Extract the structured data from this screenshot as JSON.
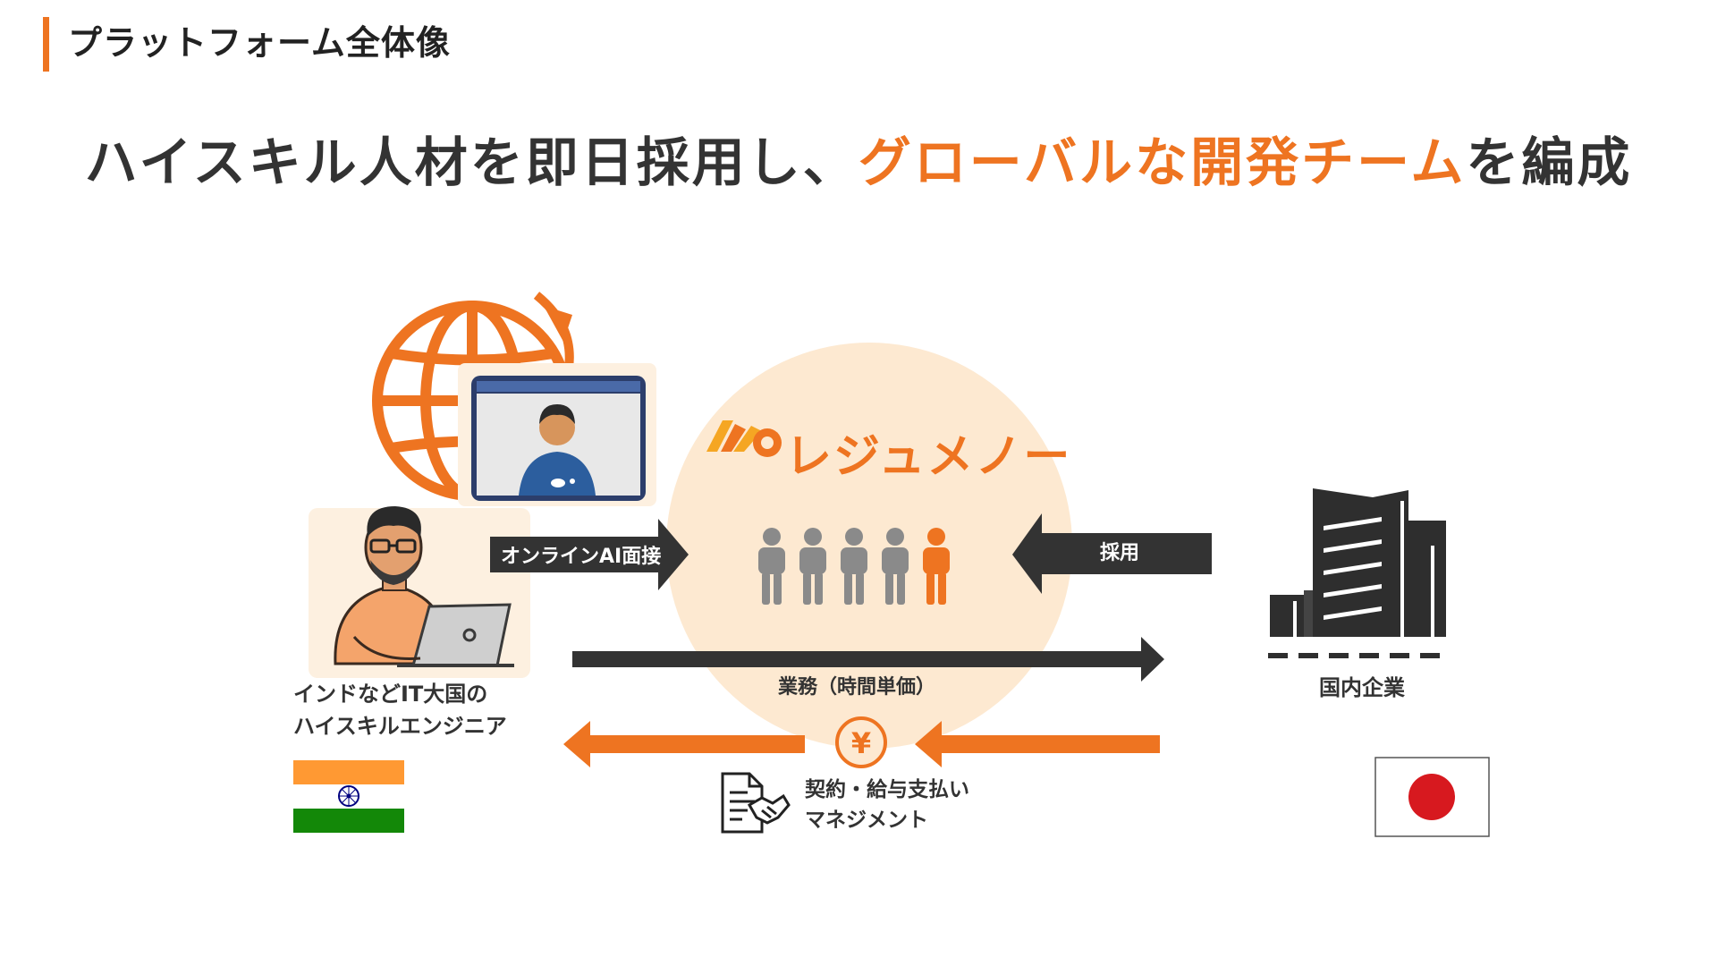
{
  "header": {
    "section_title": "プラットフォーム全体像"
  },
  "headline": {
    "prefix": "ハイスキル人材を即日採用し、",
    "highlight": "グローバルな開発チーム",
    "suffix": "を編成"
  },
  "brand": {
    "name": "レジュメノー"
  },
  "diagram": {
    "engineer_label_line1": "インドなどIT大国の",
    "engineer_label_line2": "ハイスキルエンジニア",
    "company_label": "国内企業",
    "interview_label": "オンラインAI面接",
    "hire_label": "採用",
    "work_label": "業務（時間単価）",
    "contract_line1": "契約・給与支払い",
    "contract_line2": "マネジメント",
    "yen_symbol": "¥"
  },
  "colors": {
    "accent": "#ee7421",
    "dark": "#333333",
    "circle": "#fde9d1",
    "grey_people": "#8a8a8a",
    "india_saffron": "#ff9933",
    "india_green": "#138808",
    "chakra": "#000080",
    "japan_red": "#d7191f"
  },
  "icons": [
    "globe-icon",
    "video-call-icon",
    "engineer-icon",
    "building-icon",
    "people-icon",
    "yen-coin-icon",
    "contract-handshake-icon",
    "india-flag-icon",
    "japan-flag-icon"
  ]
}
